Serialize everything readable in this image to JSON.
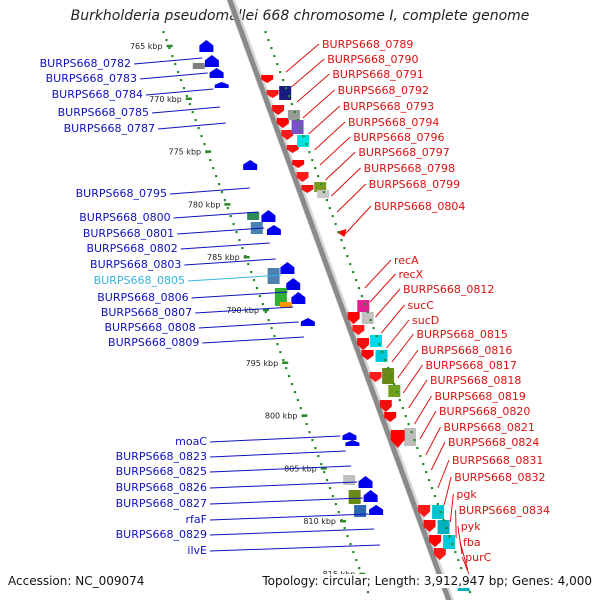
{
  "title": "Burkholderia pseudomallei 668 chromosome I, complete genome",
  "footer": {
    "accession": "Accession: NC_009074",
    "summary": "Topology: circular; Length: 3,912,947 bp; Genes: 4,000"
  },
  "colors": {
    "left_label": "#1010c0",
    "left_highlight": "#33b5e5",
    "right_label": "#dd1010",
    "ruler_dot": "#2a8a2a",
    "tick_text": "#222222",
    "backbone": "#8a8a8a"
  },
  "kbp_ticks": [
    "765 kbp",
    "770 kbp",
    "775 kbp",
    "780 kbp",
    "785 kbp",
    "790 kbp",
    "795 kbp",
    "800 kbp",
    "805 kbp",
    "810 kbp",
    "815 kbp"
  ],
  "left_labels": [
    {
      "text": "BURPS668_0782"
    },
    {
      "text": "BURPS668_0783"
    },
    {
      "text": "BURPS668_0784"
    },
    {
      "text": "BURPS668_0785"
    },
    {
      "text": "BURPS668_0787"
    },
    {
      "text": "BURPS668_0795"
    },
    {
      "text": "BURPS668_0800"
    },
    {
      "text": "BURPS668_0801"
    },
    {
      "text": "BURPS668_0802"
    },
    {
      "text": "BURPS668_0803"
    },
    {
      "text": "BURPS668_0805",
      "highlight": true
    },
    {
      "text": "BURPS668_0806"
    },
    {
      "text": "BURPS668_0807"
    },
    {
      "text": "BURPS668_0808"
    },
    {
      "text": "BURPS668_0809"
    },
    {
      "text": "moaC"
    },
    {
      "text": "BURPS668_0823"
    },
    {
      "text": "BURPS668_0825"
    },
    {
      "text": "BURPS668_0826"
    },
    {
      "text": "BURPS668_0827"
    },
    {
      "text": "rfaF"
    },
    {
      "text": "BURPS668_0829"
    },
    {
      "text": "ilvE"
    }
  ],
  "right_labels": [
    {
      "text": "BURPS668_0789"
    },
    {
      "text": "BURPS668_0790"
    },
    {
      "text": "BURPS668_0791"
    },
    {
      "text": "BURPS668_0792"
    },
    {
      "text": "BURPS668_0793"
    },
    {
      "text": "BURPS668_0794"
    },
    {
      "text": "BURPS668_0796"
    },
    {
      "text": "BURPS668_0797"
    },
    {
      "text": "BURPS668_0798"
    },
    {
      "text": "BURPS668_0799"
    },
    {
      "text": "BURPS668_0804"
    },
    {
      "text": "recA"
    },
    {
      "text": "recX"
    },
    {
      "text": "BURPS668_0812"
    },
    {
      "text": "sucC"
    },
    {
      "text": "sucD"
    },
    {
      "text": "BURPS668_0815"
    },
    {
      "text": "BURPS668_0816"
    },
    {
      "text": "BURPS668_0817"
    },
    {
      "text": "BURPS668_0818"
    },
    {
      "text": "BURPS668_0819"
    },
    {
      "text": "BURPS668_0820"
    },
    {
      "text": "BURPS668_0821"
    },
    {
      "text": "BURPS668_0824"
    },
    {
      "text": "BURPS668_0831"
    },
    {
      "text": "BURPS668_0832"
    },
    {
      "text": "pgk"
    },
    {
      "text": "BURPS668_0834"
    },
    {
      "text": "pyk"
    },
    {
      "text": "fba"
    },
    {
      "text": "purC"
    }
  ]
}
